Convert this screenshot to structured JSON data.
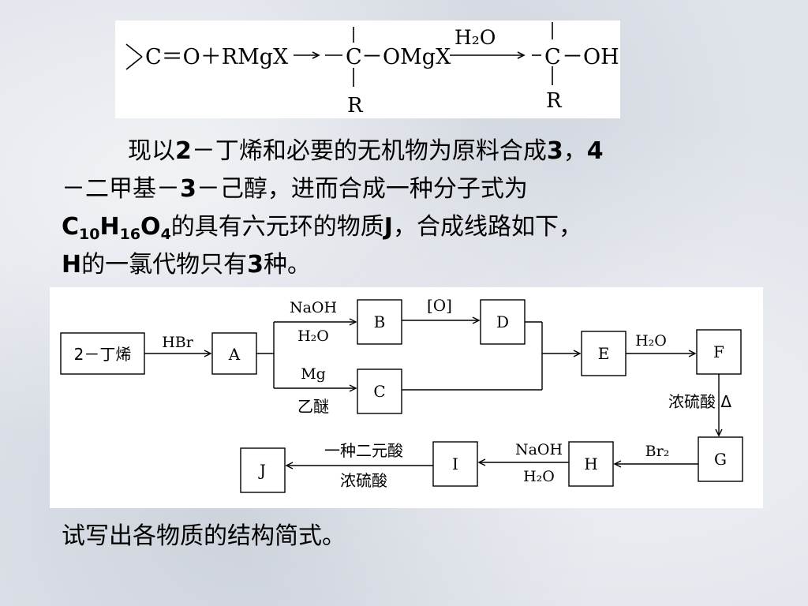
{
  "equation": {
    "ketone": "C＝O＋RMgX",
    "intermediate_c": "C",
    "intermediate_group": "－OMgX",
    "reagent": "H₂O",
    "product_c": "C",
    "product_group": "－OH",
    "substituent": "R"
  },
  "paragraph": {
    "s1": "现以",
    "s2": "2",
    "s3": "－丁烯和必要的无机物为原料合成",
    "s4": "3",
    "s5": "，",
    "s6": "4",
    "s7": "－二甲基－",
    "s8": "3",
    "s9": "－己醇，进而合成一种分子式为",
    "f1": "C",
    "f1sub": "10",
    "f2": "H",
    "f2sub": "16",
    "f3": "O",
    "f3sub": "4",
    "s10": "的具有六元环的物质",
    "s11": "J",
    "s12": "，合成线路如下，",
    "s13": "H",
    "s14": "的一氯代物只有",
    "s15": "3",
    "s16": "种。"
  },
  "flowchart": {
    "boxes": {
      "start": "2－丁烯",
      "A": "A",
      "B": "B",
      "C": "C",
      "D": "D",
      "E": "E",
      "F": "F",
      "G": "G",
      "H": "H",
      "I": "I",
      "J": "J"
    },
    "labels": {
      "hbr": "HBr",
      "naoh1": "NaOH",
      "h2o1": "H₂O",
      "mg": "Mg",
      "ether": "乙醚",
      "oxidant": "[O]",
      "h2o2": "H₂O",
      "conc_h2so4_heat": "浓硫酸 Δ",
      "br2": "Br₂",
      "naoh2": "NaOH",
      "h2o3": "H₂O",
      "diacid": "一种二元酸",
      "conc_h2so4": "浓硫酸"
    }
  },
  "question": "试写出各物质的结构简式。"
}
